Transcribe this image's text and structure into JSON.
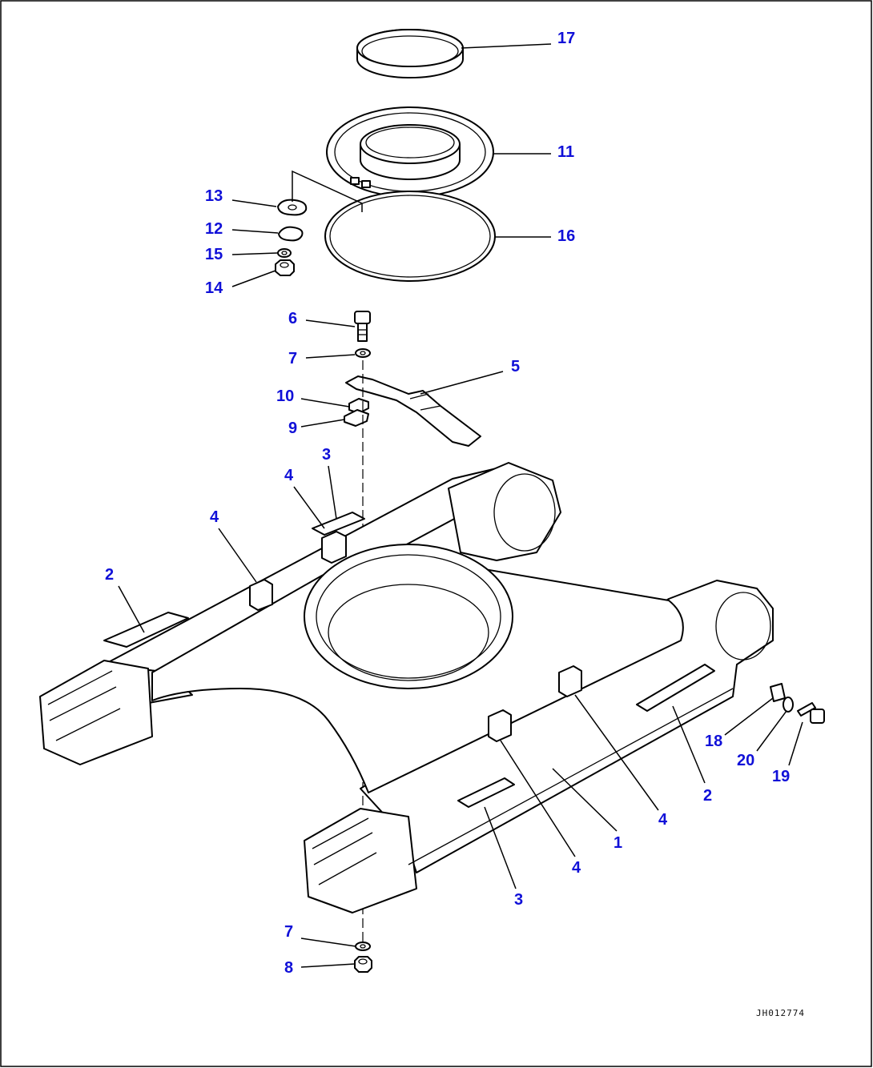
{
  "figure": {
    "drawing_code": "JH012774",
    "callouts": [
      {
        "id": "c17",
        "label": "17"
      },
      {
        "id": "c11",
        "label": "11"
      },
      {
        "id": "c16",
        "label": "16"
      },
      {
        "id": "c13",
        "label": "13"
      },
      {
        "id": "c12",
        "label": "12"
      },
      {
        "id": "c15",
        "label": "15"
      },
      {
        "id": "c14",
        "label": "14"
      },
      {
        "id": "c6",
        "label": "6"
      },
      {
        "id": "c7a",
        "label": "7"
      },
      {
        "id": "c5",
        "label": "5"
      },
      {
        "id": "c10",
        "label": "10"
      },
      {
        "id": "c9",
        "label": "9"
      },
      {
        "id": "c3a",
        "label": "3"
      },
      {
        "id": "c4a",
        "label": "4"
      },
      {
        "id": "c4b",
        "label": "4"
      },
      {
        "id": "c2a",
        "label": "2"
      },
      {
        "id": "c18",
        "label": "18"
      },
      {
        "id": "c20",
        "label": "20"
      },
      {
        "id": "c19",
        "label": "19"
      },
      {
        "id": "c2b",
        "label": "2"
      },
      {
        "id": "c4c",
        "label": "4"
      },
      {
        "id": "c1",
        "label": "1"
      },
      {
        "id": "c4d",
        "label": "4"
      },
      {
        "id": "c3b",
        "label": "3"
      },
      {
        "id": "c7b",
        "label": "7"
      },
      {
        "id": "c8",
        "label": "8"
      }
    ]
  },
  "colors": {
    "callout_text": "#1010d8",
    "line_art": "#000000",
    "background": "#ffffff"
  }
}
